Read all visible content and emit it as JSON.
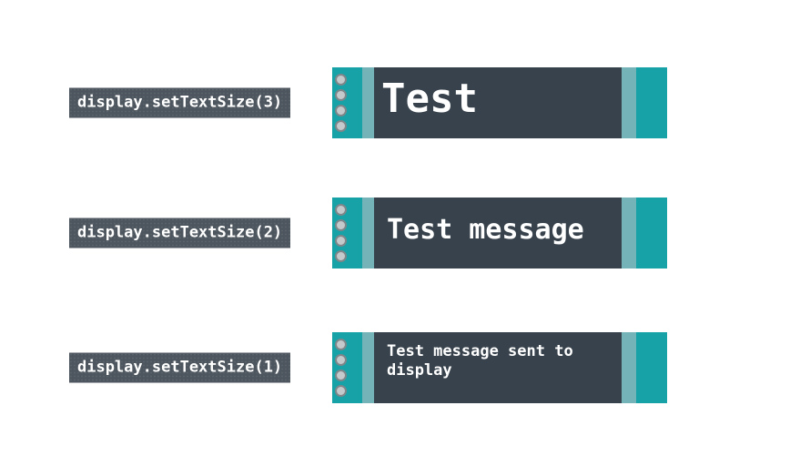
{
  "rows": [
    {
      "code": "display.setTextSize(3)",
      "display_text": "Test"
    },
    {
      "code": "display.setTextSize(2)",
      "display_text": "Test message"
    },
    {
      "code": "display.setTextSize(1)",
      "display_text": "Test message sent to display"
    }
  ],
  "colors": {
    "teal": "#16a2a6",
    "teal_light": "#74b4b8",
    "screen_bg": "#37424c",
    "label_bg": "#4d565e",
    "text": "#ffffff",
    "pin_fill": "#c4cacc",
    "pin_ring": "#7e868a"
  }
}
